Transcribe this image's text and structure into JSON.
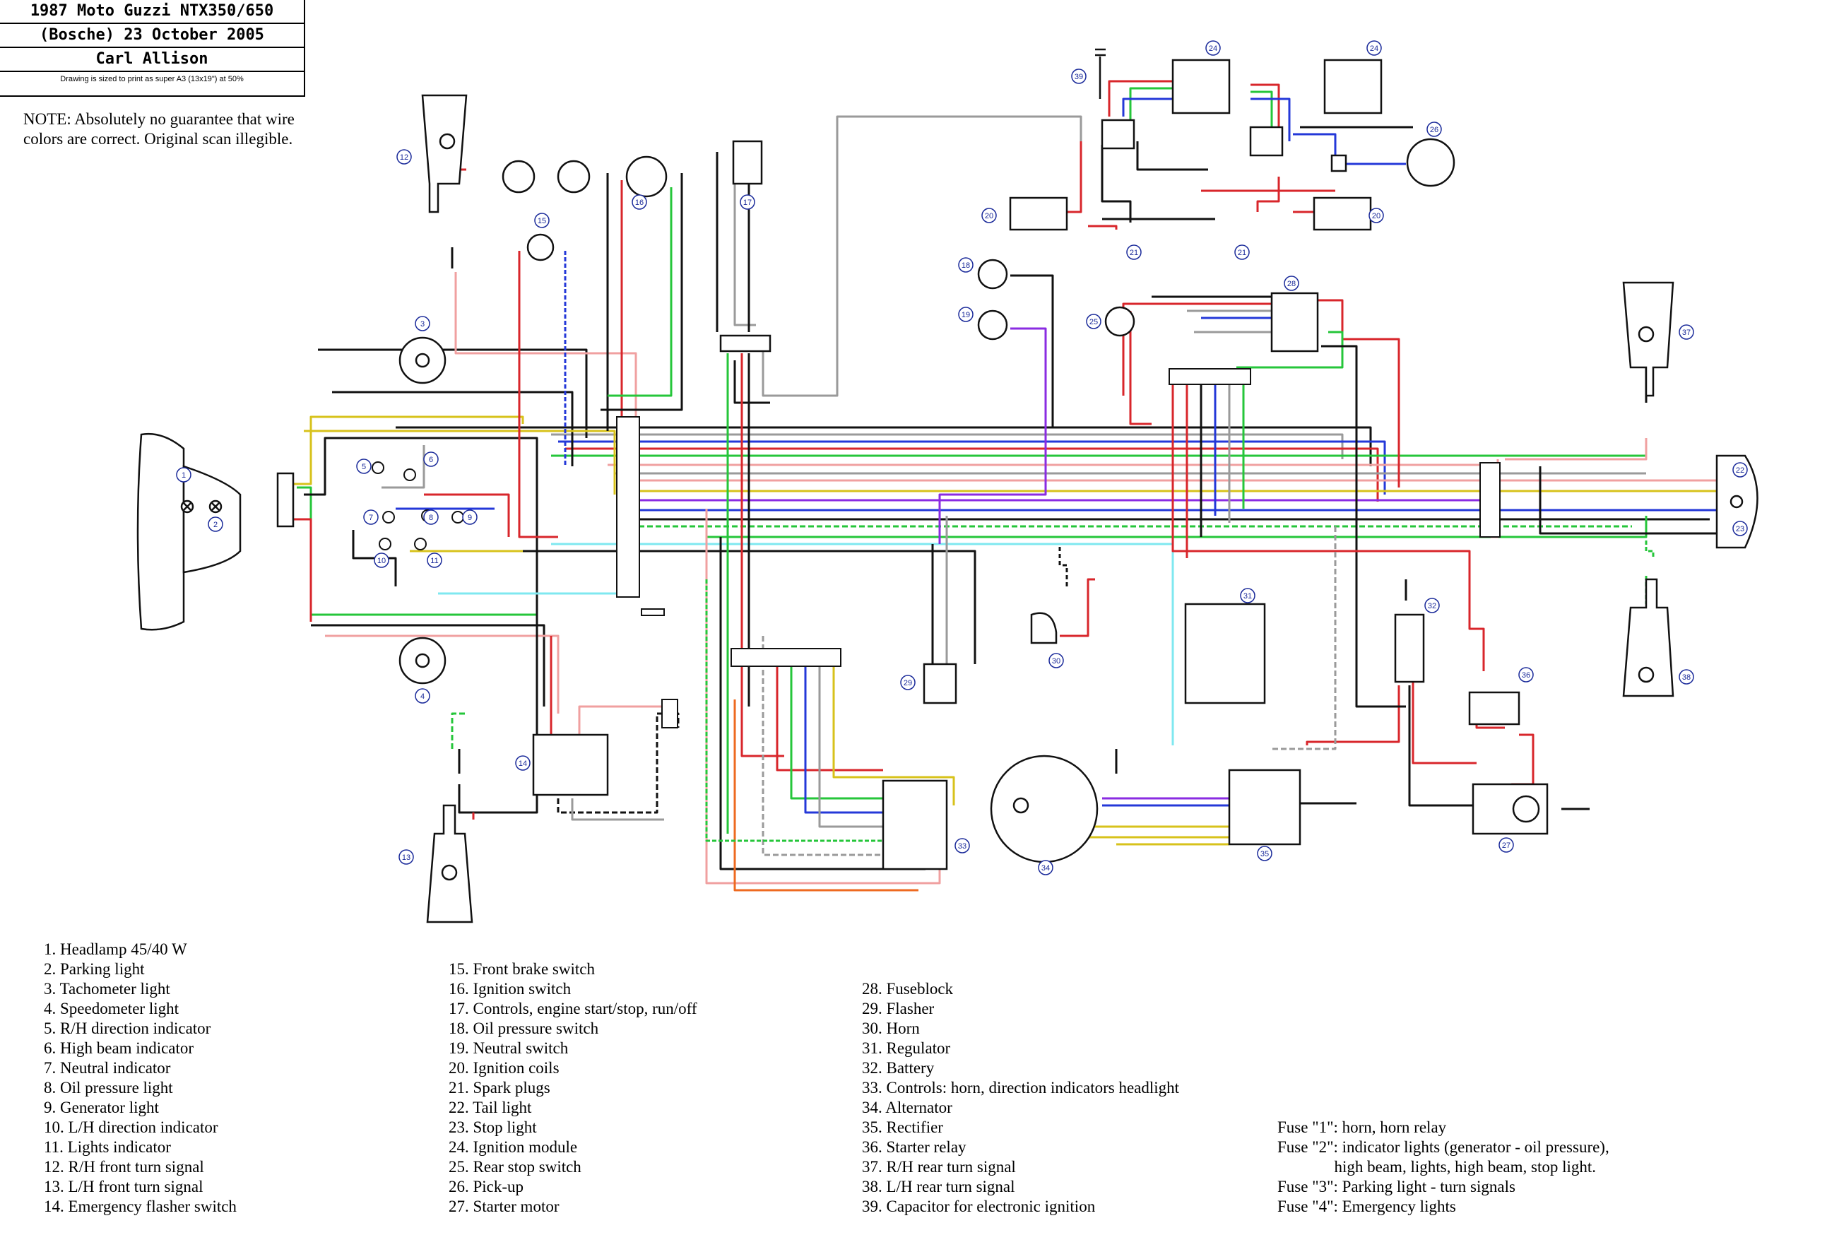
{
  "title": {
    "line1": "1987 Moto Guzzi NTX350/650",
    "line2": "(Bosche) 23 October 2005",
    "line3": "Carl Allison",
    "print_note": "Drawing is sized to print as super A3 (13x19\") at 50%"
  },
  "note": "NOTE: Absolutely no guarantee that wire colors are correct. Original scan illegible.",
  "legend_col1": [
    "1. Headlamp 45/40 W",
    "2. Parking light",
    "3. Tachometer light",
    "4. Speedometer light",
    "5. R/H direction indicator",
    "6. High beam indicator",
    "7. Neutral indicator",
    "8. Oil pressure light",
    "9. Generator light",
    "10. L/H direction indicator",
    "11. Lights indicator",
    "12. R/H front turn signal",
    "13. L/H front turn signal",
    "14. Emergency flasher switch"
  ],
  "legend_col2": [
    "15. Front brake switch",
    "16. Ignition switch",
    "17. Controls, engine start/stop, run/off",
    "18. Oil pressure switch",
    "19. Neutral switch",
    "20. Ignition coils",
    "21. Spark plugs",
    "22. Tail light",
    "23. Stop light",
    "24. Ignition module",
    "25. Rear stop switch",
    "26. Pick-up",
    "27. Starter motor"
  ],
  "legend_col3": [
    "28. Fuseblock",
    "29. Flasher",
    "30. Horn",
    "31. Regulator",
    "32. Battery",
    "33. Controls: horn, direction indicators headlight",
    "34. Alternator",
    "35. Rectifier",
    "36. Starter relay",
    "37. R/H rear turn signal",
    "38. L/H rear turn signal",
    "39. Capacitor for electronic ignition"
  ],
  "fuses": [
    "Fuse \"1\": horn, horn relay",
    "Fuse \"2\": indicator lights (generator - oil pressure),",
    "              high beam, lights, high beam, stop light.",
    "Fuse \"3\": Parking light - turn signals",
    "Fuse \"4\": Emergency lights"
  ],
  "component_numbers": [
    "1",
    "2",
    "3",
    "4",
    "5",
    "6",
    "7",
    "8",
    "9",
    "10",
    "11",
    "12",
    "13",
    "14",
    "15",
    "16",
    "17",
    "18",
    "19",
    "20",
    "20",
    "21",
    "21",
    "22",
    "23",
    "24",
    "24",
    "25",
    "26",
    "27",
    "28",
    "29",
    "30",
    "31",
    "32",
    "33",
    "34",
    "35",
    "36",
    "37",
    "38",
    "39"
  ],
  "wire_colors": {
    "red": "#d8262b",
    "black": "#111111",
    "green": "#25c63a",
    "yellow": "#d7c21b",
    "blue": "#2438d8",
    "purple": "#8a2be2",
    "pink": "#f0a0a0",
    "gray": "#9a9a9a",
    "cyan": "#7fe8f0",
    "orange": "#ee6a20",
    "brown": "#8a5a2a"
  }
}
